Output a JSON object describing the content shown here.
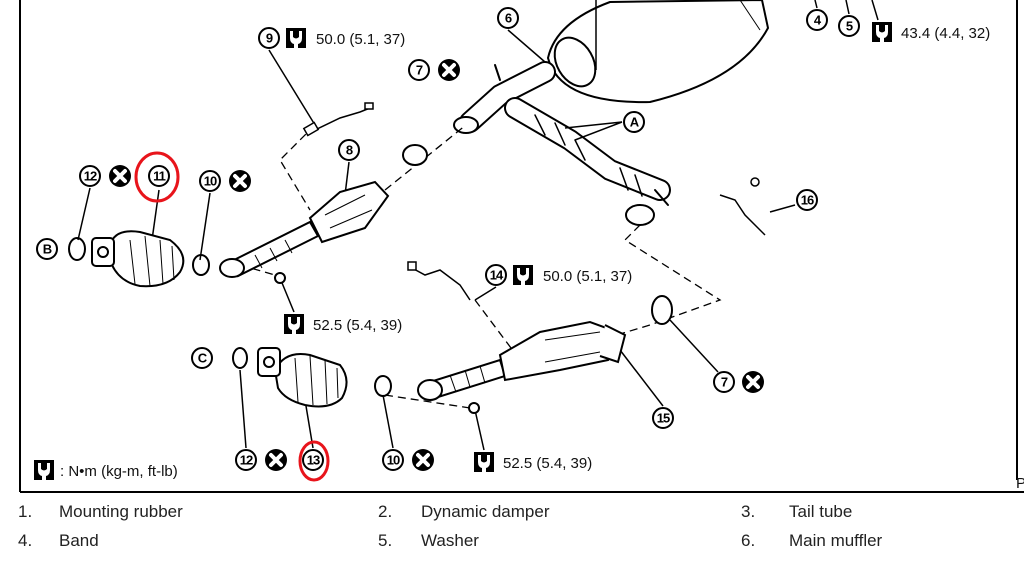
{
  "diagram": {
    "callouts": {
      "c1": "9",
      "c2": "6",
      "c3": "4",
      "c4": "5",
      "c5": "7",
      "c6": "A",
      "c7": "8",
      "c8": "12",
      "c9": "11",
      "c10": "10",
      "c11": "B",
      "c12": "16",
      "c13": "14",
      "c14": "C",
      "c15": "7",
      "c16": "15",
      "c17": "12",
      "c18": "13",
      "c19": "10"
    },
    "torques": {
      "t_sensor_upper": "50.0 (5.1, 37)",
      "t_muffler": "43.4 (4.4, 32)",
      "t_sensor_lower": "50.0 (5.1, 37)",
      "t_front_upper": "52.5 (5.4, 39)",
      "t_front_lower": "52.5 (5.4, 39)"
    },
    "legend": ": N•m (kg-m, ft-lb)",
    "corner_mark": "P",
    "highlight_color": "#e8141b"
  },
  "parts_list": [
    {
      "num": "1.",
      "label": "Mounting rubber"
    },
    {
      "num": "2.",
      "label": "Dynamic damper"
    },
    {
      "num": "3.",
      "label": "Tail tube"
    },
    {
      "num": "4.",
      "label": "Band"
    },
    {
      "num": "5.",
      "label": "Washer"
    },
    {
      "num": "6.",
      "label": "Main muffler"
    }
  ]
}
